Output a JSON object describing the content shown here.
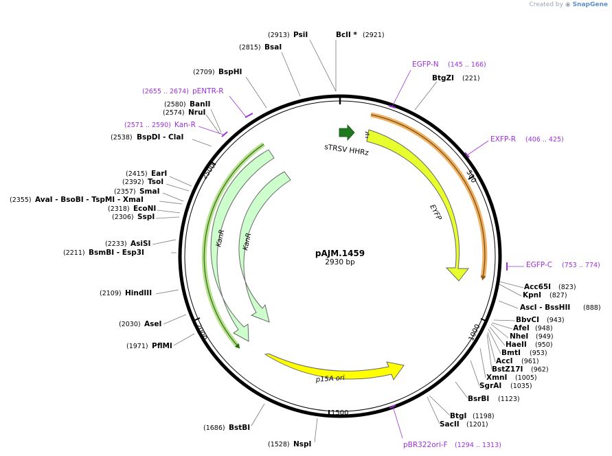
{
  "credit": {
    "prefix": "Created by",
    "brand": "SnapGene"
  },
  "plasmid": {
    "name": "pAJM.1459",
    "length_label": "2930 bp",
    "length": 2930
  },
  "ticks": [
    {
      "label": "500",
      "pos": 500
    },
    {
      "label": "1000",
      "pos": 1000
    },
    {
      "label": "1500",
      "pos": 1500
    },
    {
      "label": "2000",
      "pos": 2000
    },
    {
      "label": "2500",
      "pos": 2500
    }
  ],
  "enzymes": [
    {
      "name": "PsiI",
      "pos": "(2913)"
    },
    {
      "name": "BclI *",
      "pos": "(2921)"
    },
    {
      "name": "BsaI",
      "pos": "(2815)"
    },
    {
      "name": "BspHI",
      "pos": "(2709)"
    },
    {
      "name": "BanII",
      "pos": "(2580)"
    },
    {
      "name": "NruI",
      "pos": "(2574)"
    },
    {
      "name": "BspDI - ClaI",
      "pos": "(2538)"
    },
    {
      "name": "EarI",
      "pos": "(2415)"
    },
    {
      "name": "TsoI",
      "pos": "(2392)"
    },
    {
      "name": "SmaI",
      "pos": "(2357)"
    },
    {
      "name": "AvaI - BsoBI - TspMI - XmaI",
      "pos": "(2355)"
    },
    {
      "name": "EcoNI",
      "pos": "(2318)"
    },
    {
      "name": "SspI",
      "pos": "(2306)"
    },
    {
      "name": "AsiSI",
      "pos": "(2233)"
    },
    {
      "name": "BsmBI - Esp3I",
      "pos": "(2211)"
    },
    {
      "name": "HindIII",
      "pos": "(2109)"
    },
    {
      "name": "AseI",
      "pos": "(2030)"
    },
    {
      "name": "PflMI",
      "pos": "(1971)"
    },
    {
      "name": "BstBI",
      "pos": "(1686)"
    },
    {
      "name": "NspI",
      "pos": "(1528)"
    },
    {
      "name": "BtgZI",
      "pos": "(221)"
    },
    {
      "name": "Acc65I",
      "pos": "(823)"
    },
    {
      "name": "KpnI",
      "pos": "(827)"
    },
    {
      "name": "AscI - BssHII",
      "pos": "(888)"
    },
    {
      "name": "BbvCI",
      "pos": "(943)"
    },
    {
      "name": "AfeI",
      "pos": "(948)"
    },
    {
      "name": "NheI",
      "pos": "(949)"
    },
    {
      "name": "HaeII",
      "pos": "(950)"
    },
    {
      "name": "BmtI",
      "pos": "(953)"
    },
    {
      "name": "AccI",
      "pos": "(961)"
    },
    {
      "name": "BstZ17I",
      "pos": "(962)"
    },
    {
      "name": "XmnI",
      "pos": "(1005)"
    },
    {
      "name": "SgrAI",
      "pos": "(1035)"
    },
    {
      "name": "BsrBI",
      "pos": "(1123)"
    },
    {
      "name": "BtgI",
      "pos": "(1198)"
    },
    {
      "name": "SacII",
      "pos": "(1201)"
    }
  ],
  "primers": [
    {
      "name": "EGFP-N",
      "range": "(145 .. 166)"
    },
    {
      "name": "EXFP-R",
      "range": "(406 .. 425)"
    },
    {
      "name": "EGFP-C",
      "range": "(753 .. 774)"
    },
    {
      "name": "pBR322ori-F",
      "range": "(1294 .. 1313)"
    },
    {
      "name": "pENTR-R",
      "range": "(2655 .. 2674)"
    },
    {
      "name": "Kan-R",
      "range": "(2571 .. 2590)"
    }
  ],
  "features": [
    {
      "name": "sTRSV HHRz",
      "color": "#1f7a1f"
    },
    {
      "name": "EYFP",
      "color": "#e8ff2e"
    },
    {
      "name": "KanR",
      "color": "#ccffcc"
    },
    {
      "name": "KanR",
      "color": "#ccffcc"
    },
    {
      "name": "p15A ori",
      "color": "#ffff00"
    }
  ],
  "colors": {
    "backbone": "#000000",
    "primer": "#9b30d9",
    "orange_highlight": "#f0b060",
    "green_highlight": "#5aa02c"
  }
}
